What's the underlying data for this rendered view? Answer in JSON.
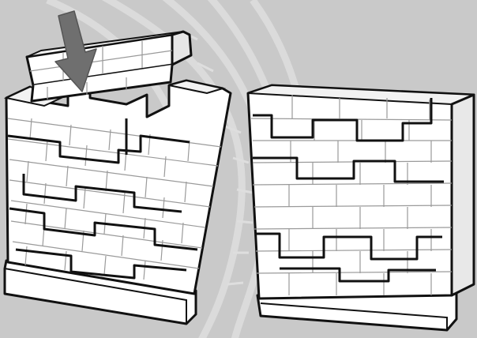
{
  "illustration": {
    "subject": "two brick walls",
    "left_wall": {
      "state": "misaligned, top block being lowered",
      "arrow": "down-arrow"
    },
    "right_wall": {
      "state": "aligned, staggered step joints"
    }
  },
  "colors": {
    "background": "#c9c9c9",
    "watermark": "#dedede",
    "brick_face": "#ffffff",
    "brick_top": "#f2f2f2",
    "outline": "#111111",
    "mortar_light": "#9a9a9a",
    "arrow": "#6f6f6f"
  }
}
